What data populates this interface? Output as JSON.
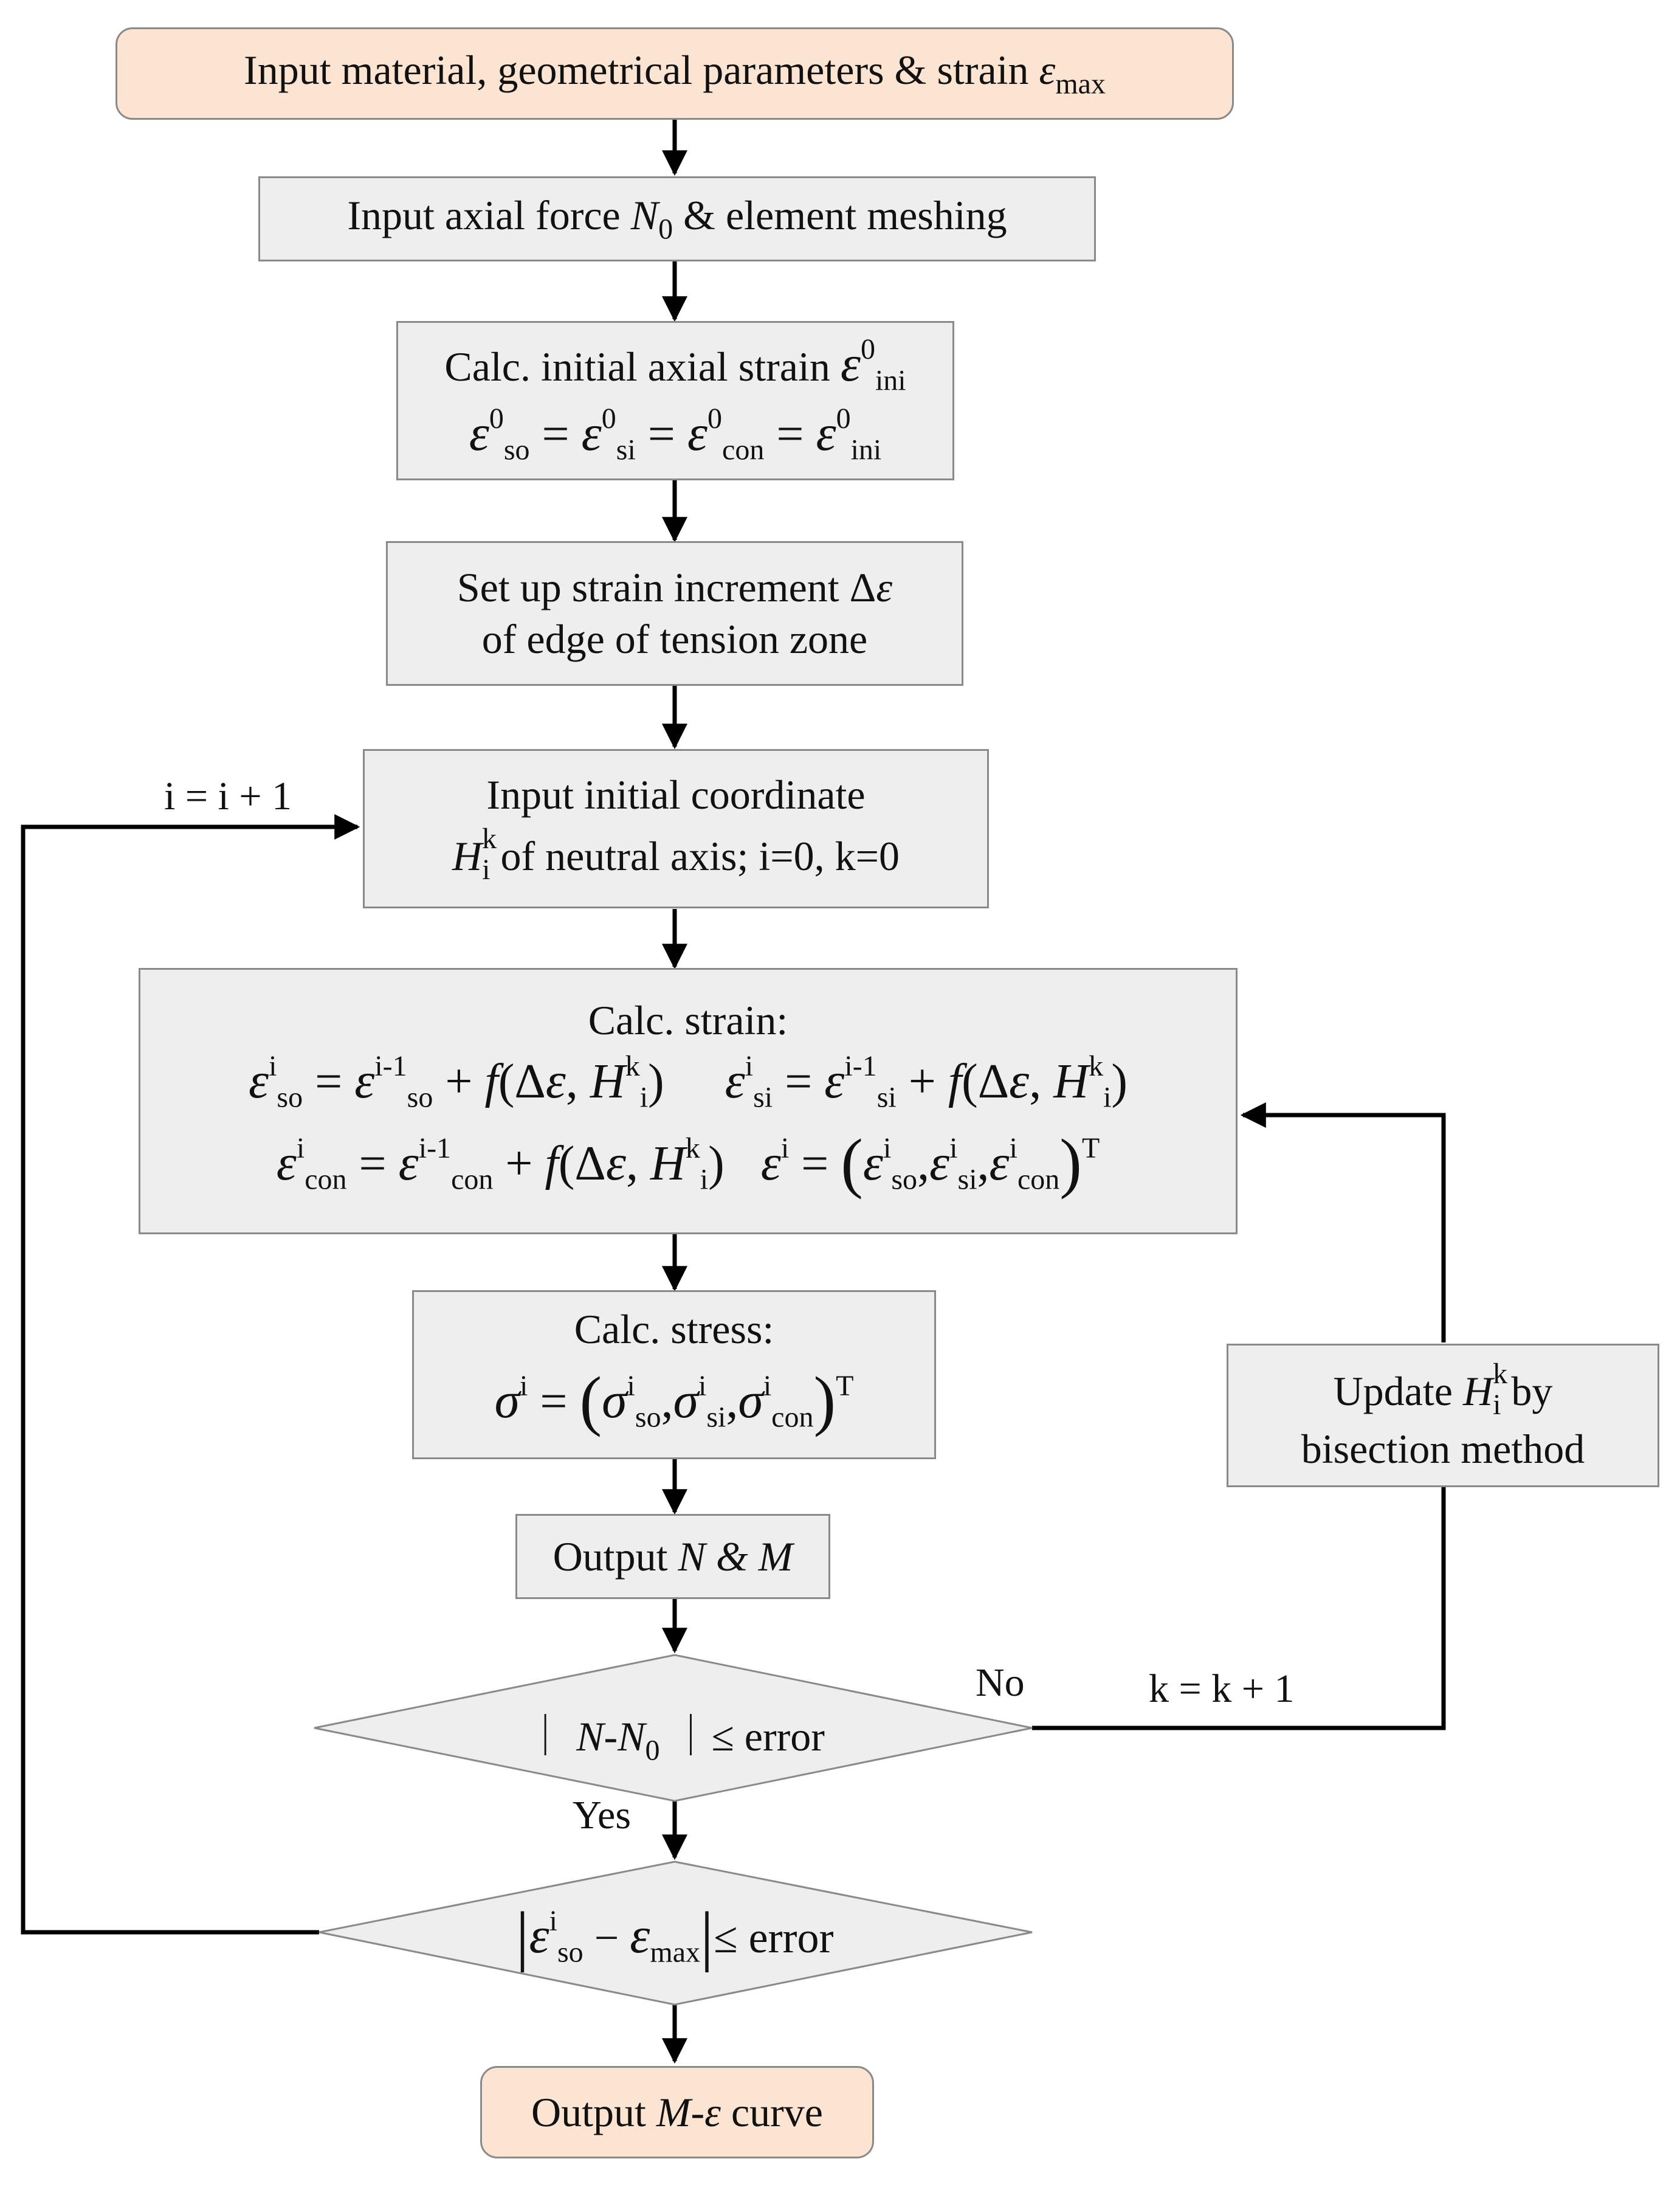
{
  "box_input_params": {
    "text": "Input material, geometrical parameters & strain ",
    "sym": "ε",
    "sub": "max"
  },
  "box_axial_force": {
    "pre": "Input axial force ",
    "sym": "N",
    "sub": "0",
    "post": " & element meshing"
  },
  "box_initial_strain": {
    "title": "Calc. initial axial strain ",
    "sym": "ε",
    "sup": "0",
    "sub_ini": "ini",
    "eq_subs": [
      "so",
      "si",
      "con",
      "ini"
    ],
    "eq_sign": "="
  },
  "box_increment": {
    "line1": "Set up strain increment Δ",
    "sym": "ε",
    "line2": "of edge of tension zone"
  },
  "box_neutral_axis": {
    "line1": "Input initial coordinate",
    "sym": "H",
    "sup": "k",
    "sub": "i",
    "post": " of neutral axis; i=0, k=0"
  },
  "box_calc_strain": {
    "title": "Calc. strain:",
    "eq1_lhs_sub": "so",
    "eq2_lhs_sub": "si",
    "eq3_lhs_sub": "con",
    "sup_i": "i",
    "sup_prev": "i-1",
    "sup_k": "k",
    "sup_T": "T",
    "func": "f",
    "delta": "Δ"
  },
  "box_calc_stress": {
    "title": "Calc. stress:",
    "sym": "σ",
    "subs": [
      "so",
      "si",
      "con"
    ],
    "sup_i": "i",
    "sup_T": "T"
  },
  "box_output_nm": {
    "pre": "Output ",
    "n": "N",
    "amp": " & ",
    "m": "M"
  },
  "box_update": {
    "pre": "Update ",
    "sym": "H",
    "sup": "k",
    "sub": "i",
    "post": " by",
    "line2": "bisection method"
  },
  "diamond_force": {
    "text_pre": "｜ ",
    "n": "N",
    "dash": "-",
    "n0": "N",
    "sub": "0",
    "text_post": " ｜≤ error"
  },
  "diamond_strain": {
    "sym": "ε",
    "sub_so": "so",
    "sup": "i",
    "minus": " − ",
    "sub_max": "max",
    "post": "≤ error"
  },
  "box_output_curve": {
    "pre": "Output ",
    "mid": "M-ε",
    "post": " curve"
  },
  "labels": {
    "loop_i": "i = i + 1",
    "loop_k": "k = k + 1",
    "no": "No",
    "yes": "Yes"
  },
  "colors": {
    "terminal_fill": "#fce4d3",
    "process_fill": "#eeeeee",
    "border": "#8a8a8a",
    "line": "#000000"
  }
}
